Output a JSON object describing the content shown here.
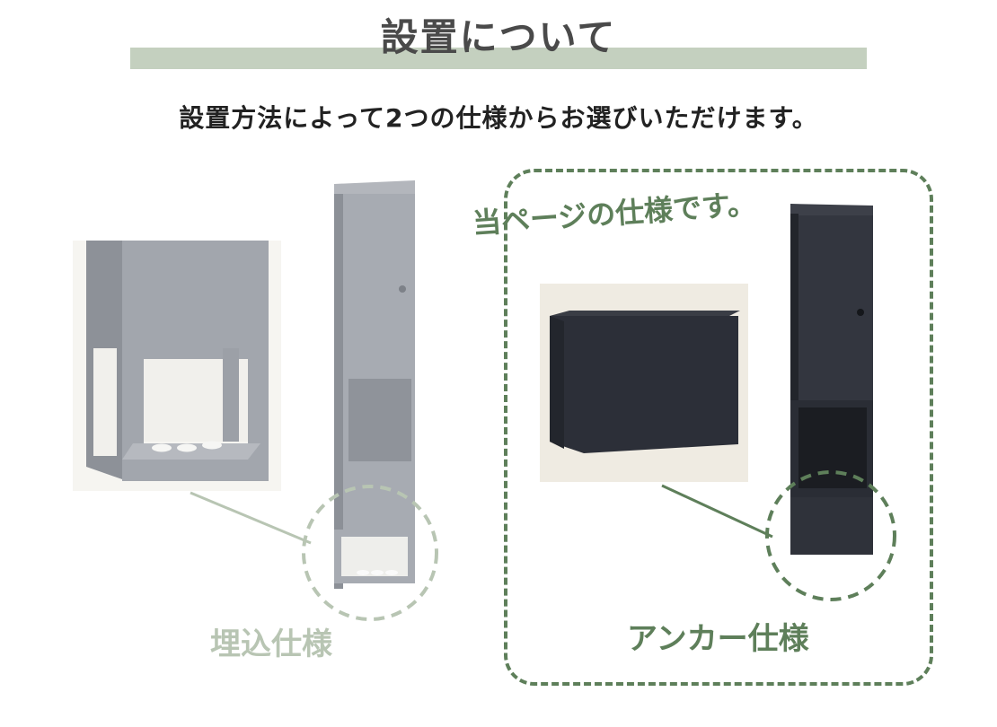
{
  "header": {
    "title": "設置について",
    "subtitle": "設置方法によって2つの仕様からお選びいただけます。"
  },
  "specs": {
    "current_page_note": "当ページの仕様です。",
    "embedded": {
      "label": "埋込仕様"
    },
    "anchor": {
      "label": "アンカー仕様"
    }
  },
  "colors": {
    "accent_green": "#5e7f5a",
    "light_green": "#b8c5b3",
    "title_bar": "#c4d0bf",
    "gray_product": "#9a9ea5",
    "dark_product": "#2c2f38"
  }
}
